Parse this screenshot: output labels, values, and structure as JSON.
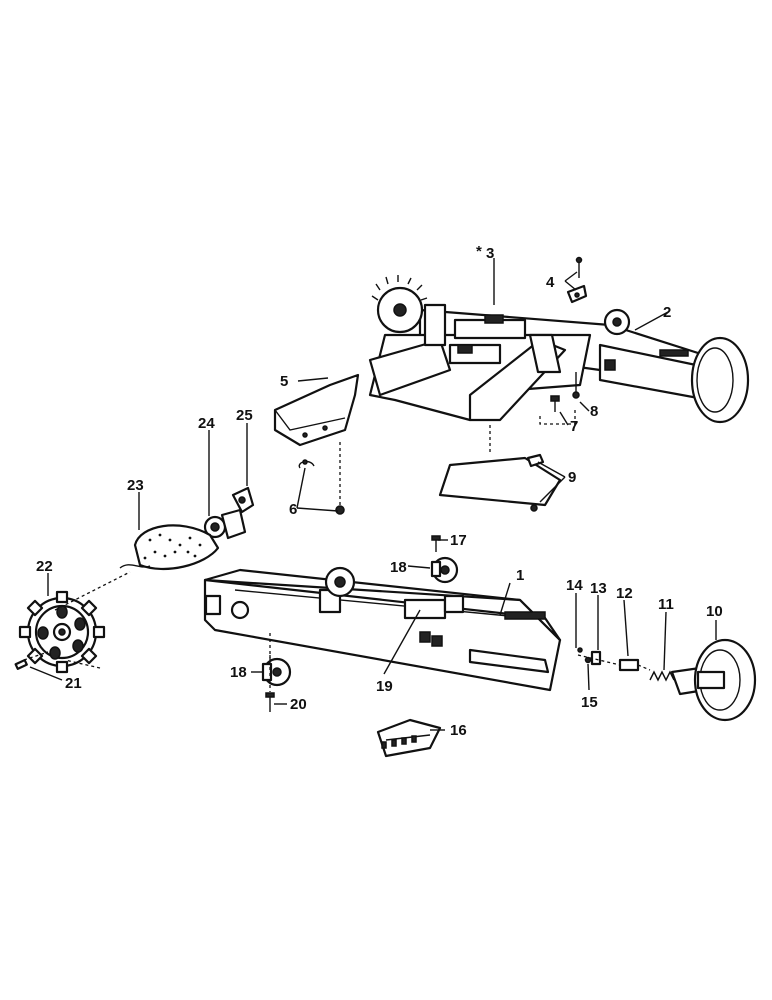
{
  "callouts": {
    "c1": "1",
    "c2": "2",
    "c3": "3",
    "c3_mark": "*",
    "c4": "4",
    "c5": "5",
    "c6": "6",
    "c7": "7",
    "c8": "8",
    "c9": "9",
    "c10": "10",
    "c11": "11",
    "c12": "12",
    "c13": "13",
    "c14": "14",
    "c15": "15",
    "c16": "16",
    "c17": "17",
    "c18a": "18",
    "c18b": "18",
    "c19": "19",
    "c20": "20",
    "c21": "21",
    "c22": "22",
    "c23": "23",
    "c24": "24",
    "c25": "25"
  }
}
